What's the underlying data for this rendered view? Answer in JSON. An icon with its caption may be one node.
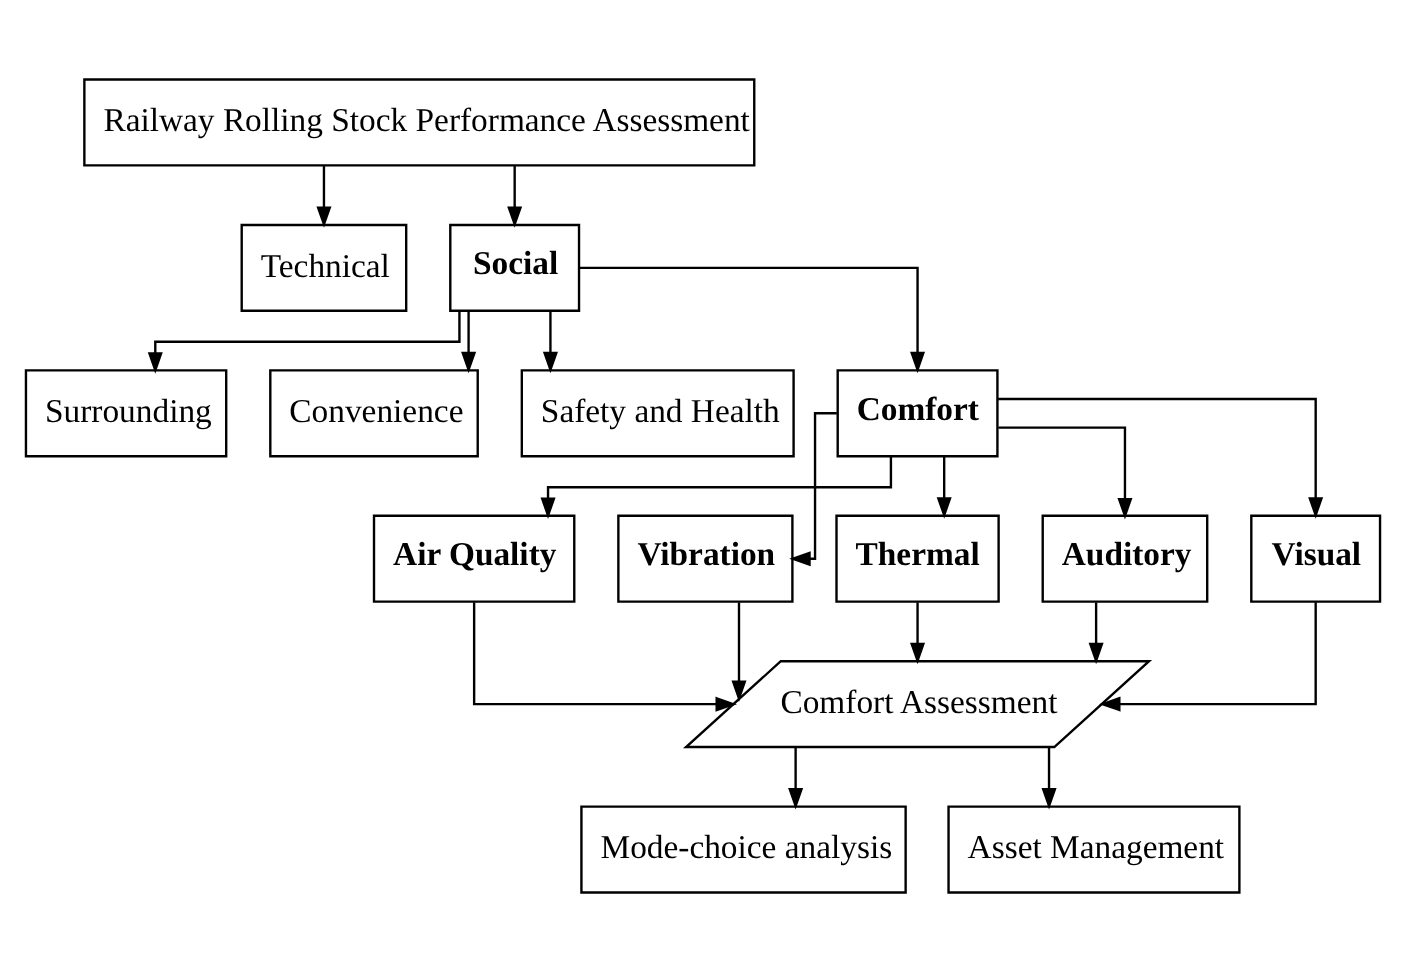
{
  "diagram": {
    "nodes": [
      {
        "text": [
          "Railway Rolling Stock Performance Assessment"
        ]
      },
      {
        "text": [
          "Technical"
        ]
      },
      {
        "text": [
          "Social"
        ]
      },
      {
        "text": [
          "Surrounding"
        ]
      },
      {
        "text": [
          "Convenience"
        ]
      },
      {
        "text": [
          "Safety and Health"
        ]
      },
      {
        "text": [
          "Comfort"
        ]
      },
      {
        "text": [
          "Air Quality"
        ]
      },
      {
        "text": [
          "Vibration"
        ]
      },
      {
        "text": [
          "Thermal"
        ]
      },
      {
        "text": [
          "Auditory"
        ]
      },
      {
        "text": [
          "Visual"
        ]
      },
      {
        "text": [
          "Comfort Assessment"
        ]
      },
      {
        "text": [
          "Mode-choice analysis"
        ]
      },
      {
        "text": [
          "Asset Management"
        ]
      }
    ],
    "edges": [
      {
        "from": 0,
        "to": 1,
        "arrow": "to"
      },
      {
        "from": 0,
        "to": 2,
        "arrow": "to"
      },
      {
        "from": 2,
        "to": 3,
        "arrow": "to"
      },
      {
        "from": 2,
        "to": 4,
        "arrow": "to"
      },
      {
        "from": 2,
        "to": 5,
        "arrow": "to"
      },
      {
        "from": 2,
        "to": 6,
        "arrow": "to"
      },
      {
        "from": 6,
        "to": 7,
        "arrow": "to"
      },
      {
        "from": 6,
        "to": 8,
        "arrow": "to"
      },
      {
        "from": 6,
        "to": 9,
        "arrow": "to"
      },
      {
        "from": 6,
        "to": 10,
        "arrow": "to"
      },
      {
        "from": 6,
        "to": 11,
        "arrow": "to"
      },
      {
        "from": 7,
        "to": 12,
        "arrow": "to"
      },
      {
        "from": 8,
        "to": 12,
        "arrow": "to"
      },
      {
        "from": 9,
        "to": 12,
        "arrow": "to"
      },
      {
        "from": 10,
        "to": 12,
        "arrow": "to"
      },
      {
        "from": 11,
        "to": 12,
        "arrow": "to"
      },
      {
        "from": 12,
        "to": 13,
        "arrow": "to"
      },
      {
        "from": 12,
        "to": 14,
        "arrow": "to"
      }
    ]
  }
}
